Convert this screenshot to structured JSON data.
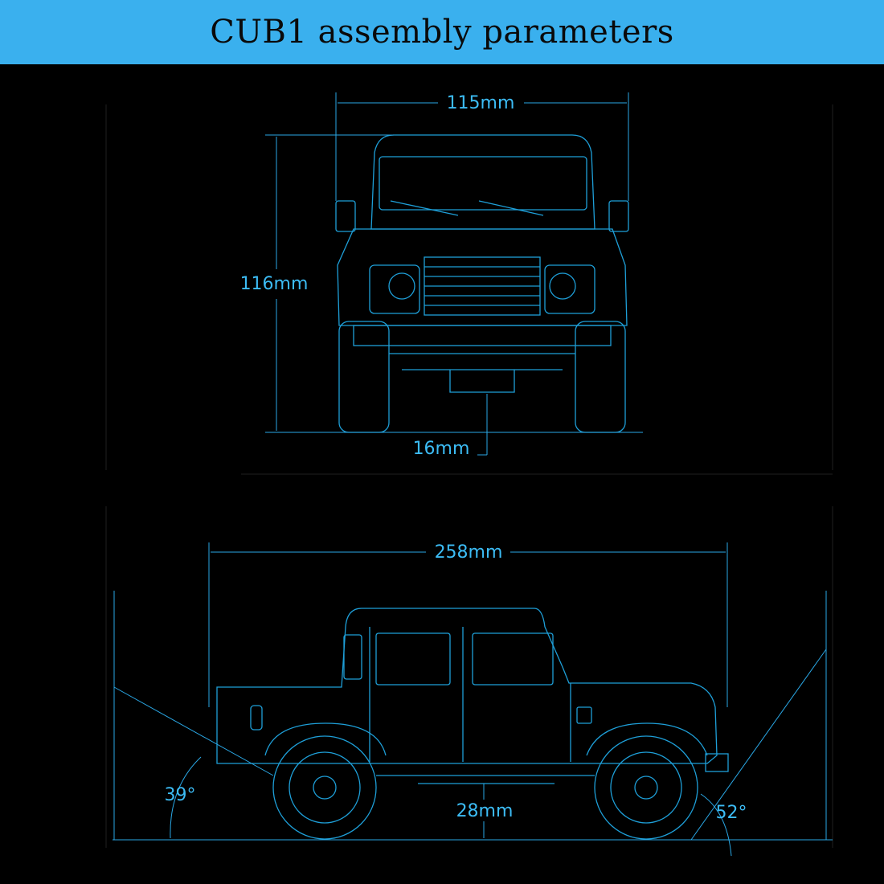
{
  "header": {
    "title": "CUB1 assembly parameters"
  },
  "front_view": {
    "width_label": "115mm",
    "height_label": "116mm",
    "ground_clearance_label": "16mm"
  },
  "side_view": {
    "length_label": "258mm",
    "ground_clearance_label": "28mm",
    "approach_angle_label": "39°",
    "departure_angle_label": "52°"
  },
  "colors": {
    "header_bg": "#3ab0ee",
    "line": "#1e9fd8",
    "label": "#3cbcf5",
    "background": "#000000"
  }
}
